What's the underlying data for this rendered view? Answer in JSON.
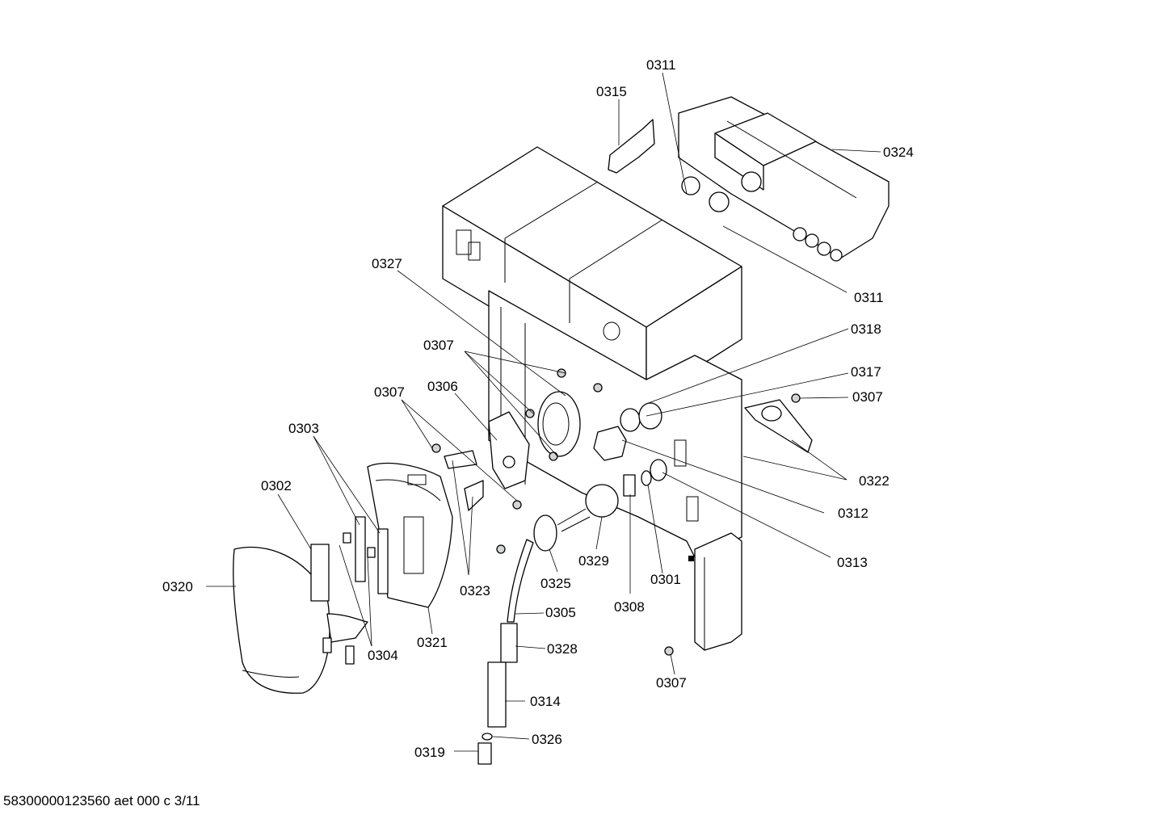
{
  "footer": {
    "doc_code": "58300000123560 aet 000 c 3/11"
  },
  "callouts": [
    {
      "id": "c-0311-top",
      "text": "0311"
    },
    {
      "id": "c-0315",
      "text": "0315"
    },
    {
      "id": "c-0324",
      "text": "0324"
    },
    {
      "id": "c-0311-right",
      "text": "0311"
    },
    {
      "id": "c-0327",
      "text": "0327"
    },
    {
      "id": "c-0318",
      "text": "0318"
    },
    {
      "id": "c-0307-a",
      "text": "0307"
    },
    {
      "id": "c-0317",
      "text": "0317"
    },
    {
      "id": "c-0307-b",
      "text": "0307"
    },
    {
      "id": "c-0306",
      "text": "0306"
    },
    {
      "id": "c-0307-right",
      "text": "0307"
    },
    {
      "id": "c-0303",
      "text": "0303"
    },
    {
      "id": "c-0322",
      "text": "0322"
    },
    {
      "id": "c-0302",
      "text": "0302"
    },
    {
      "id": "c-0312",
      "text": "0312"
    },
    {
      "id": "c-0320",
      "text": "0320"
    },
    {
      "id": "c-0323",
      "text": "0323"
    },
    {
      "id": "c-0325",
      "text": "0325"
    },
    {
      "id": "c-0329",
      "text": "0329"
    },
    {
      "id": "c-0301",
      "text": "0301"
    },
    {
      "id": "c-0313",
      "text": "0313"
    },
    {
      "id": "c-0308",
      "text": "0308"
    },
    {
      "id": "c-0305",
      "text": "0305"
    },
    {
      "id": "c-0321",
      "text": "0321"
    },
    {
      "id": "c-0328",
      "text": "0328"
    },
    {
      "id": "c-0304",
      "text": "0304"
    },
    {
      "id": "c-0307-bottom",
      "text": "0307"
    },
    {
      "id": "c-0314",
      "text": "0314"
    },
    {
      "id": "c-0326",
      "text": "0326"
    },
    {
      "id": "c-0319",
      "text": "0319"
    }
  ]
}
